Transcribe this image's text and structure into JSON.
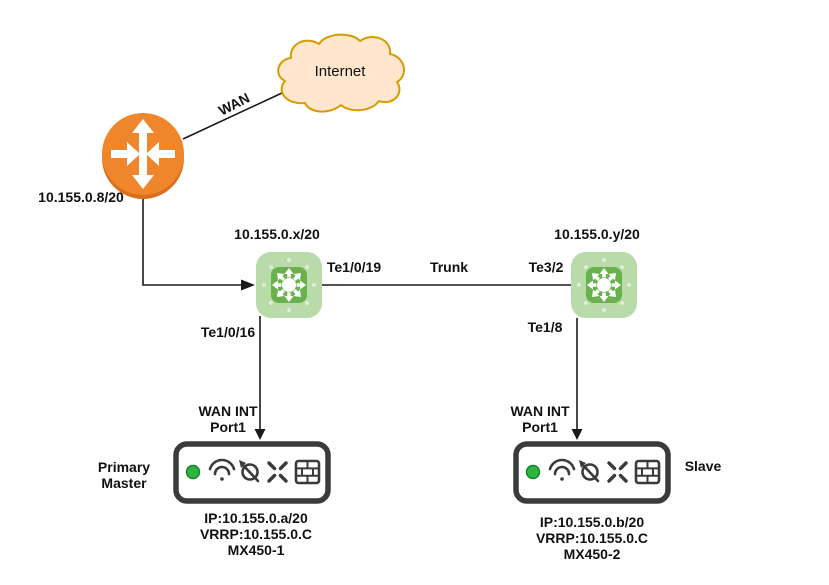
{
  "cloud": {
    "label": "Internet"
  },
  "links": {
    "wan": "WAN",
    "trunk": "Trunk"
  },
  "router": {
    "ip": "10.155.0.8/20"
  },
  "switches": {
    "sw1": {
      "ip": "10.155.0.x/20",
      "trunk_port": "Te1/0/19",
      "access_port": "Te1/0/16"
    },
    "sw2": {
      "ip": "10.155.0.y/20",
      "trunk_port": "Te3/2",
      "access_port": "Te1/8"
    }
  },
  "devices": {
    "mx1": {
      "role_line1": "Primary",
      "role_line2": "Master",
      "wan_int": "WAN INT",
      "port": "Port1",
      "ip": "IP:10.155.0.a/20",
      "vrrp": "VRRP:10.155.0.C",
      "model": "MX450-1"
    },
    "mx2": {
      "role": "Slave",
      "wan_int": "WAN INT",
      "port": "Port1",
      "ip": "IP:10.155.0.b/20",
      "vrrp": "VRRP:10.155.0.C",
      "model": "MX450-2"
    }
  },
  "icons": {
    "internet": "cloud-icon",
    "router": "router-crossed-arrows-icon",
    "switch": "switch-hub-icon",
    "device_status": "green-led-icon",
    "device_wireless": "wifi-icon",
    "device_routing": "circle-arrow-bypass-icon",
    "device_collapse": "x-arrows-icon",
    "device_firewall": "brick-wall-icon"
  },
  "colors": {
    "cloud_fill": "#FFE6CC",
    "cloud_stroke": "#D79B00",
    "router_fill": "#F0862B",
    "router_shade": "#D96E1F",
    "switch_outer": "#B9DAA9",
    "switch_inner": "#69B14D",
    "device_border": "#3B3B3B",
    "led_green": "#2DB53D",
    "line": "#1A1A1A",
    "text": "#111111"
  }
}
